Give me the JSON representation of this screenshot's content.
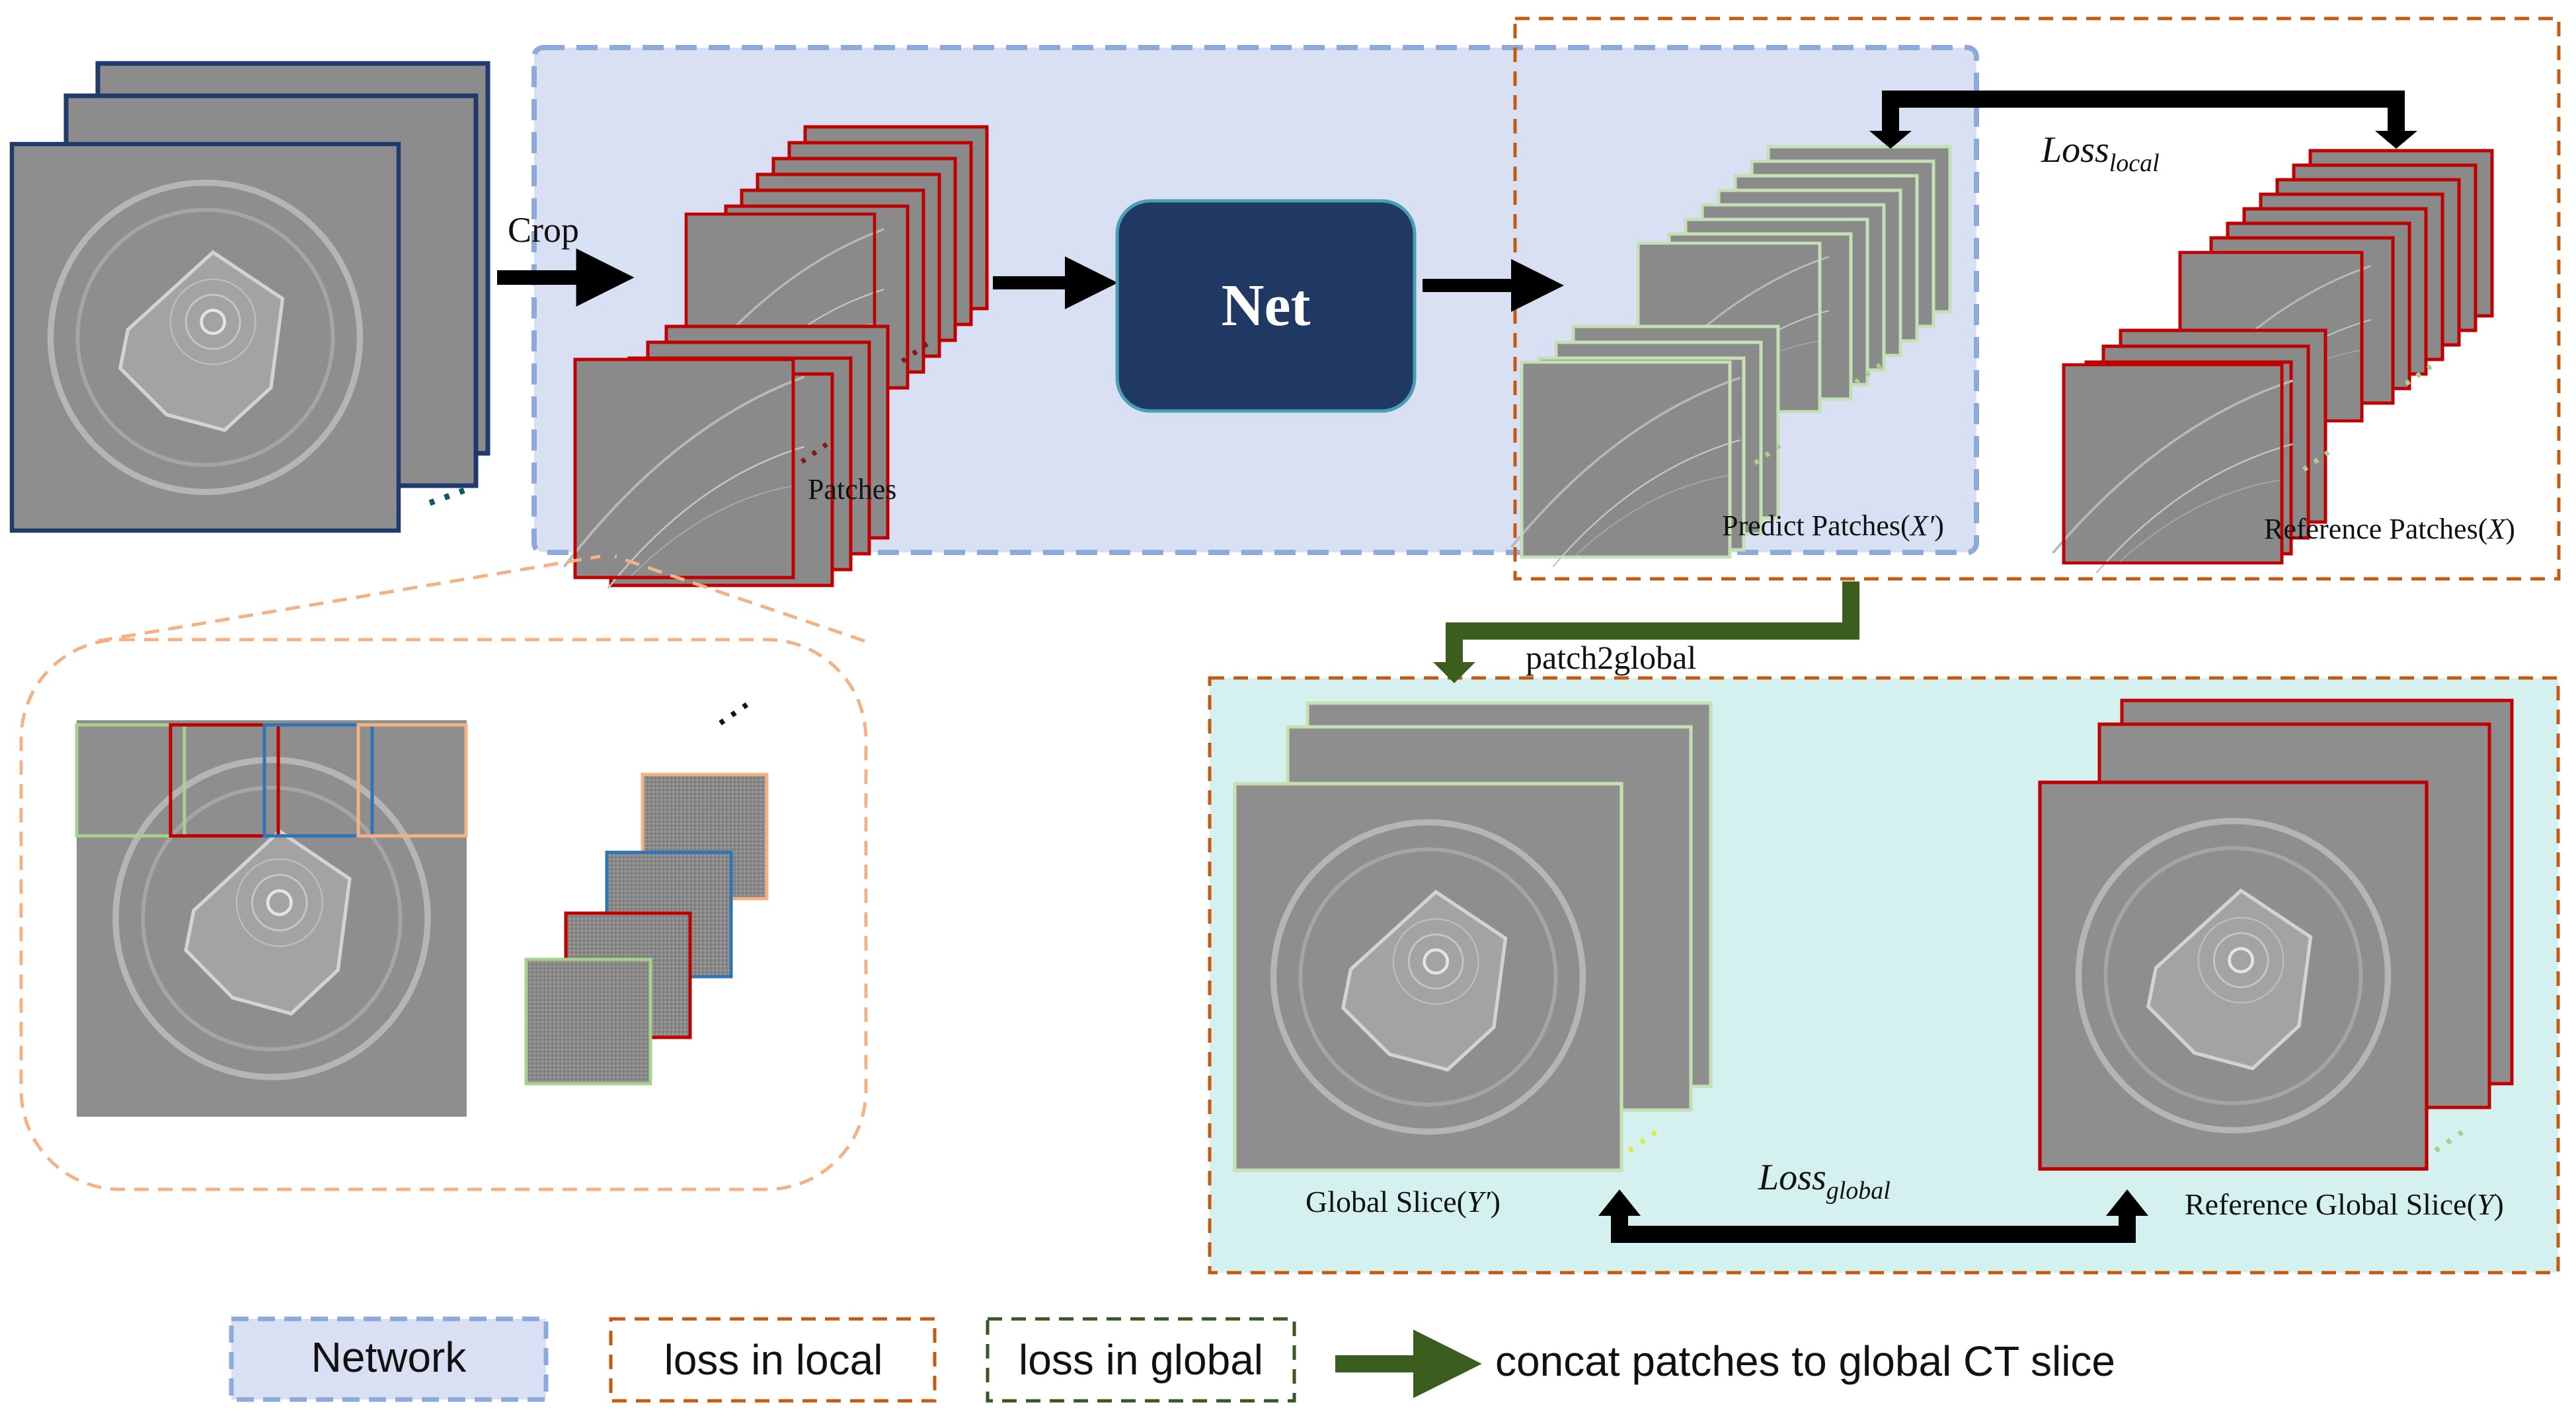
{
  "labels": {
    "crop": "Crop",
    "patches": "Patches",
    "net": "Net",
    "predict_patches": "Predict Patches(",
    "predict_var": "X′",
    "predict_close": ")",
    "reference_patches": "Reference Patches(",
    "reference_var": "X",
    "reference_close": ")",
    "loss_local_main": "Loss",
    "loss_local_sub": "local",
    "patch2global": "patch2global",
    "loss_global_main": "Loss",
    "loss_global_sub": "global",
    "global_slice": "Global Slice(",
    "global_var": "Y′",
    "global_close": ")",
    "ref_global_slice": "Reference Global Slice(",
    "ref_global_var": "Y",
    "ref_global_close": ")",
    "ellipsis": "⋯"
  },
  "legend": {
    "network": "Network",
    "loss_local": "loss in local",
    "loss_global": "loss in global",
    "concat": "concat patches to global CT slice"
  },
  "colors": {
    "network_fill": "#d9e0f4",
    "network_border": "#8eaadb",
    "loss_local_border": "#c55a11",
    "loss_global_fill": "#d4f1ef",
    "loss_global_border": "#c55a11",
    "legend_global_border": "#385723",
    "arrow_green": "#3b5e1e",
    "net_fill": "#1f3864",
    "frame_blue": "#1f3a6b",
    "frame_red": "#c00000",
    "frame_green": "#a9d18e",
    "frame_orange": "#f4b183",
    "frame_blue_light": "#2e75b6",
    "zoom_dashed": "#f4b183"
  }
}
